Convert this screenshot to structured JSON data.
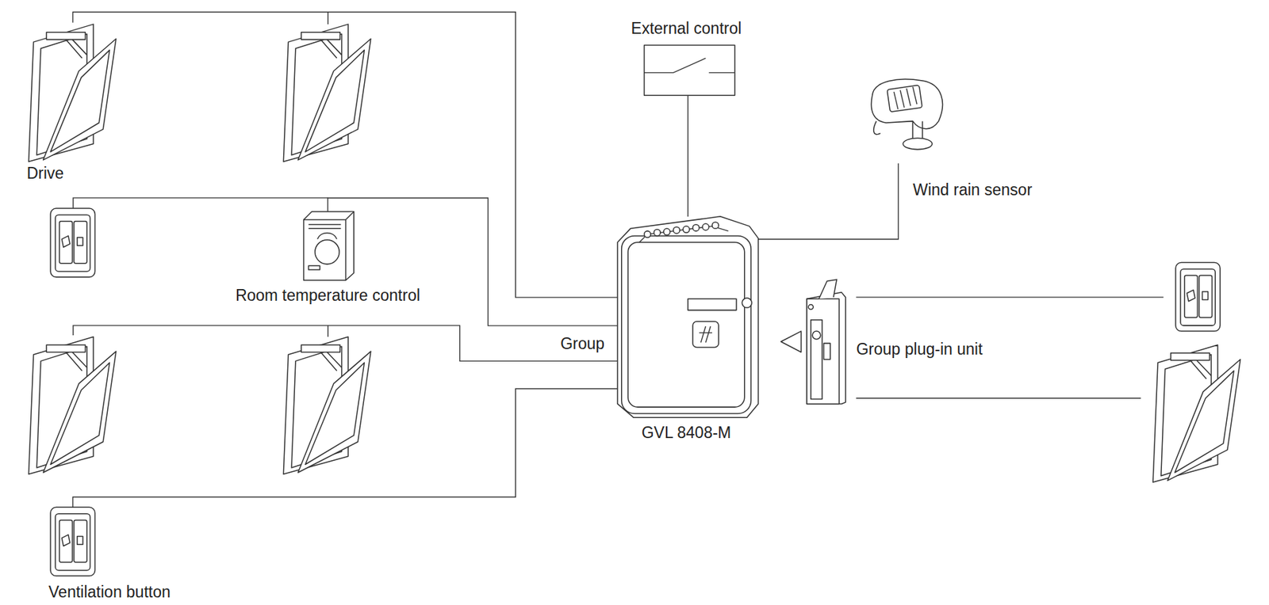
{
  "diagram": {
    "nodes": [
      {
        "text": [
          "Drive"
        ]
      },
      {
        "text": [
          "External control"
        ]
      },
      {
        "text": [
          "Wind rain sensor"
        ]
      },
      {
        "text": [
          "Room temperature control"
        ]
      },
      {
        "text": [
          "GVL 8408-M"
        ]
      },
      {
        "text": [
          "Group plug-in unit"
        ]
      },
      {
        "text": [
          "Ventilation button"
        ]
      }
    ],
    "edges": [
      {
        "from": 0,
        "to": 4,
        "arrow": "none"
      },
      {
        "from": 1,
        "to": 4,
        "arrow": "none"
      },
      {
        "from": 2,
        "to": 4,
        "arrow": "none"
      },
      {
        "from": 3,
        "to": 4,
        "arrow": "none"
      },
      {
        "from": 6,
        "to": 4,
        "arrow": "none"
      }
    ],
    "labels": [
      "Group"
    ]
  }
}
